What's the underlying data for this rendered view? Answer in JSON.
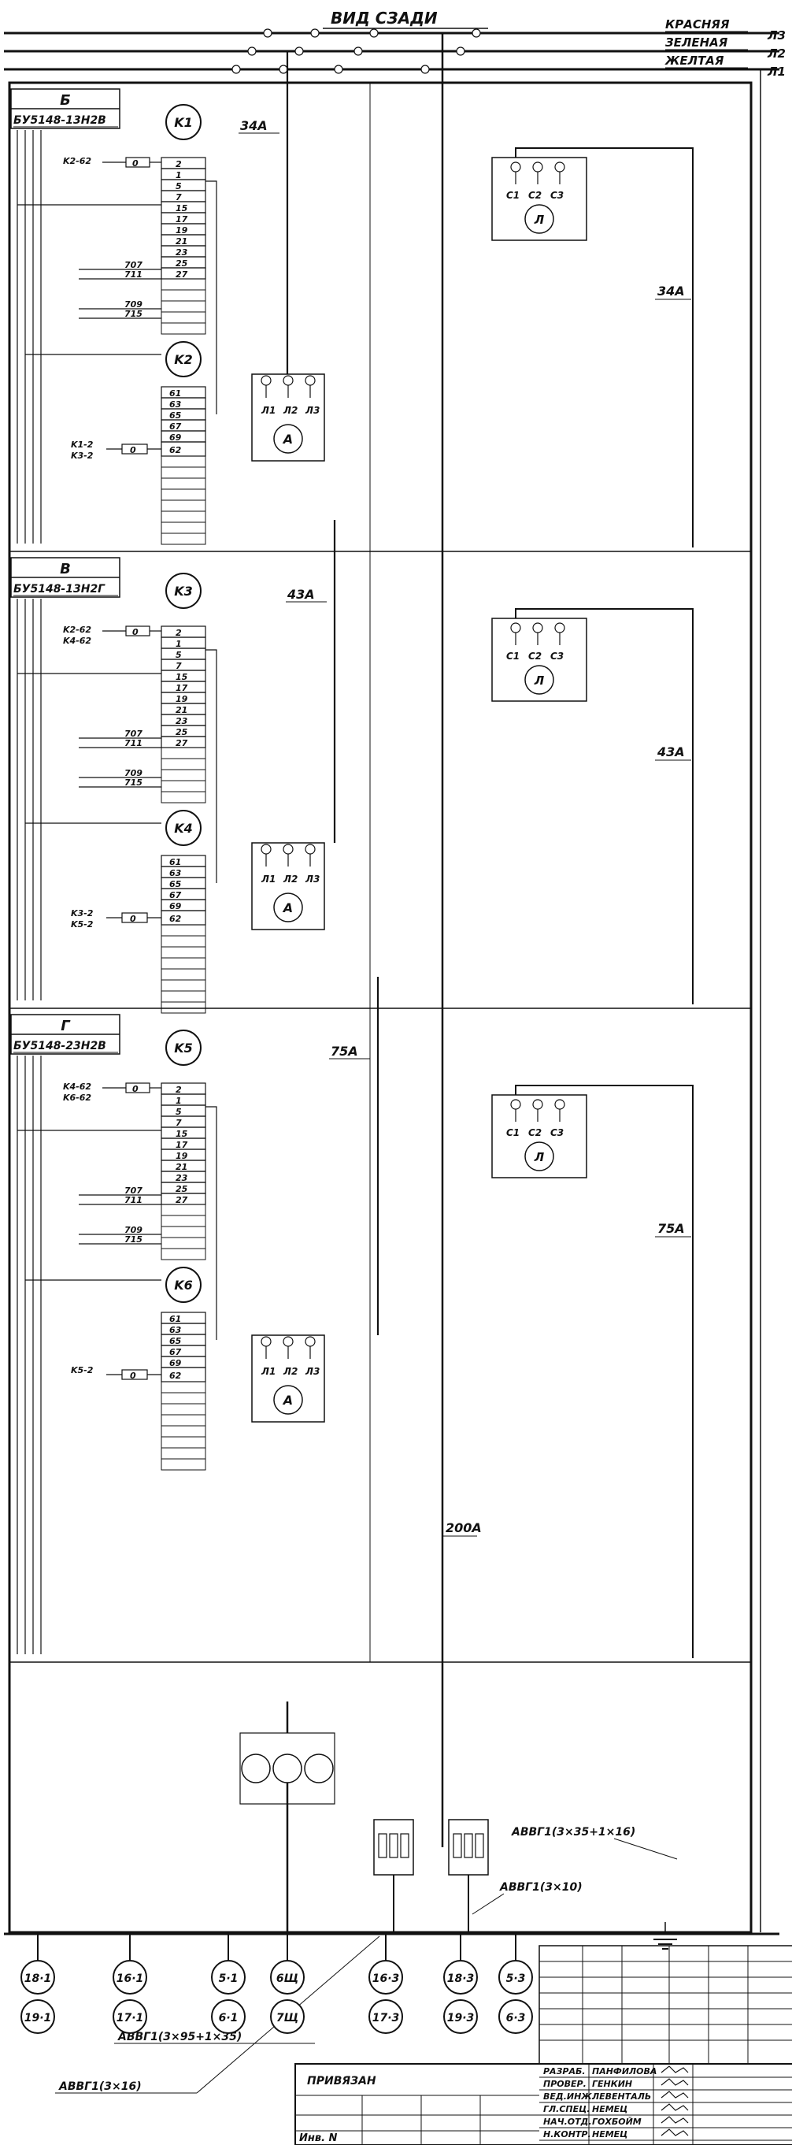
{
  "header": {
    "title": "ВИД СЗАДИ",
    "buses": [
      {
        "color_name": "КРАСНЯЯ",
        "code": "Л3"
      },
      {
        "color_name": "ЗЕЛЕНАЯ",
        "code": "Л2"
      },
      {
        "color_name": "ЖЕЛТАЯ",
        "code": "Л1"
      }
    ]
  },
  "panels": [
    {
      "letter": "Б",
      "type": "БУ5148-13Н2В",
      "relay_top": "K1",
      "relay_mid": "K2",
      "current": "34А",
      "current_right": "34А",
      "ext_top": [
        "K2-62"
      ],
      "ext_bottom": [
        "K1-2",
        "K3-2"
      ],
      "top_term": "2",
      "bottom_term": "62",
      "bottom_ext_label": "0",
      "top_ext_label": "0",
      "terms_a": [
        "1",
        "5",
        "7",
        "15",
        "17",
        "19",
        "21",
        "23",
        "25",
        "27"
      ],
      "terms_b": [
        "61",
        "63",
        "65",
        "67",
        "69"
      ],
      "wires": [
        "707",
        "711",
        "709",
        "715"
      ]
    },
    {
      "letter": "В",
      "type": "БУ5148-13Н2Г",
      "relay_top": "K3",
      "relay_mid": "K4",
      "current": "43А",
      "current_right": "43А",
      "ext_top": [
        "K2-62",
        "K4-62"
      ],
      "ext_bottom": [
        "K3-2",
        "K5-2"
      ],
      "top_term": "2",
      "bottom_term": "62",
      "bottom_ext_label": "0",
      "top_ext_label": "0",
      "terms_a": [
        "1",
        "5",
        "7",
        "15",
        "17",
        "19",
        "21",
        "23",
        "25",
        "27"
      ],
      "terms_b": [
        "61",
        "63",
        "65",
        "67",
        "69"
      ],
      "wires": [
        "707",
        "711",
        "709",
        "715"
      ]
    },
    {
      "letter": "Г",
      "type": "БУ5148-23Н2В",
      "relay_top": "K5",
      "relay_mid": "K6",
      "current": "75А",
      "current_right": "75А",
      "ext_top": [
        "K4-62",
        "K6-62"
      ],
      "ext_bottom": [
        "K5-2"
      ],
      "top_term": "2",
      "bottom_term": "62",
      "bottom_ext_label": "0",
      "top_ext_label": "0",
      "terms_a": [
        "1",
        "5",
        "7",
        "15",
        "17",
        "19",
        "21",
        "23",
        "25",
        "27"
      ],
      "terms_b": [
        "61",
        "63",
        "65",
        "67",
        "69"
      ],
      "wires": [
        "707",
        "711",
        "709",
        "715"
      ]
    }
  ],
  "meters": {
    "ammeter_terms": [
      "Л1",
      "Л2",
      "Л3"
    ],
    "ammeter_symbol": "A",
    "counter_terms": [
      "С1",
      "С2",
      "С3"
    ],
    "counter_symbol": "Л"
  },
  "main_current": "200А",
  "cables": [
    "АВВГ1(3×35+1×16)",
    "АВВГ1(3×10)",
    "АВВГ1(3×95+1×35)",
    "АВВГ1(3×16)"
  ],
  "bottom_circles": [
    {
      "top": "18·1",
      "bottom": "19·1"
    },
    {
      "top": "16·1",
      "bottom": "17·1"
    },
    {
      "top": "5·1",
      "bottom": "6·1"
    },
    {
      "top": "6Щ",
      "bottom": "7Щ"
    },
    {
      "top": "16·3",
      "bottom": "17·3"
    },
    {
      "top": "18·3",
      "bottom": "19·3"
    },
    {
      "top": "5·3",
      "bottom": "6·3"
    }
  ],
  "title_block": {
    "privyazan": "ПРИВЯЗАН",
    "inv": "Инв. N",
    "rows": [
      {
        "role": "РАЗРАБ.",
        "name": "ПАНФИЛОВА"
      },
      {
        "role": "ПРОВЕР.",
        "name": "ГЕНКИН"
      },
      {
        "role": "ВЕД.ИНЖ.",
        "name": "ЛЕВЕНТАЛЬ"
      },
      {
        "role": "ГЛ.СПЕЦ.",
        "name": "НЕМЕЦ"
      },
      {
        "role": "НАЧ.ОТД.",
        "name": "ГОХБОЙМ"
      },
      {
        "role": "Н.КОНТР.",
        "name": "НЕМЕЦ"
      }
    ]
  }
}
